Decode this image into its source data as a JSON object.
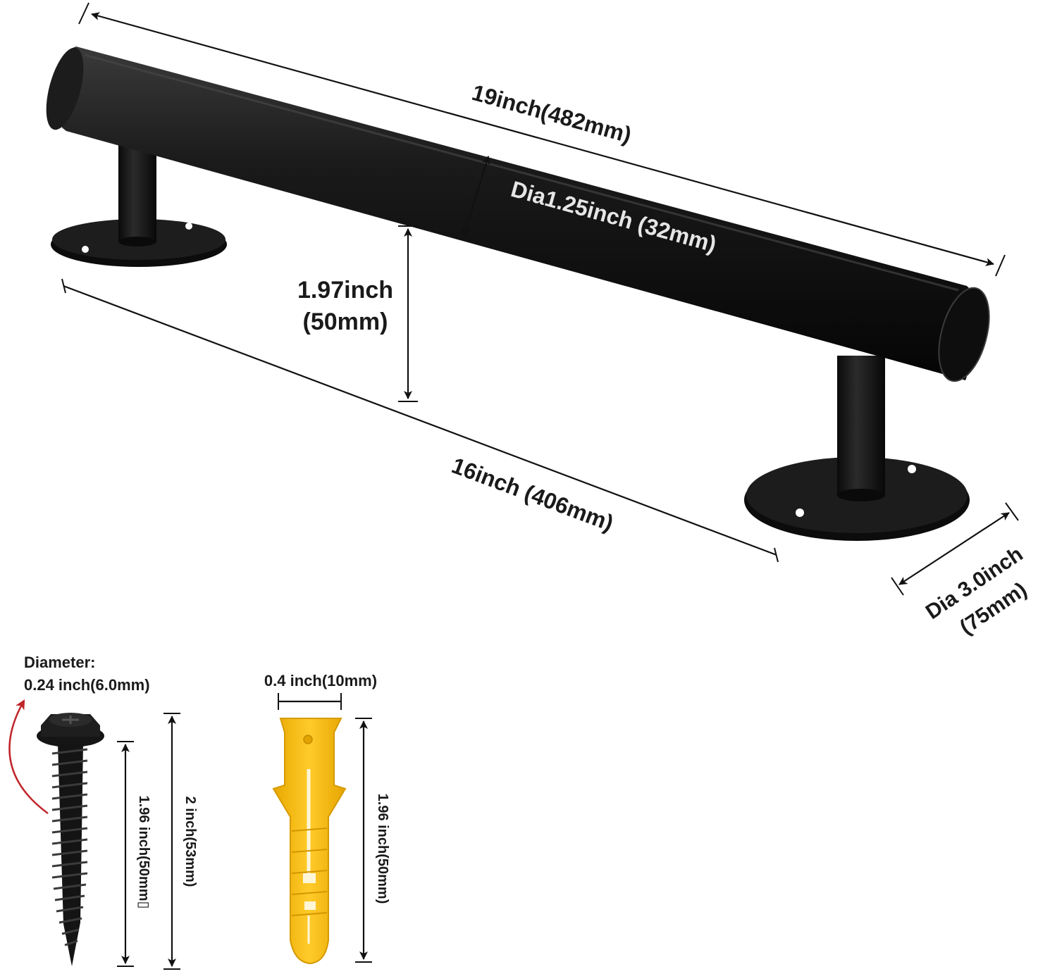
{
  "labels": {
    "overall_length": "19inch(482mm)",
    "bar_diameter": "Dia1.25inch (32mm)",
    "projection_line1": "1.97inch",
    "projection_line2": "(50mm)",
    "center_to_center": "16inch (406mm)",
    "base_dia_line1": "Dia 3.0inch",
    "base_dia_line2": "(75mm)",
    "screw_dia_line1": "Diameter:",
    "screw_dia_line2": "0.24 inch(6.0mm)",
    "screw_thread_length": "1.96 inch(50mm▯",
    "screw_total_length": "2 inch(53mm)",
    "anchor_width": "0.4 inch(10mm)",
    "anchor_length": "1.96 inch(50mm)"
  },
  "colors": {
    "metal": "#111111",
    "anchor": "#f5b800",
    "arrow_red": "#c0262b",
    "dimension": "#111111"
  }
}
